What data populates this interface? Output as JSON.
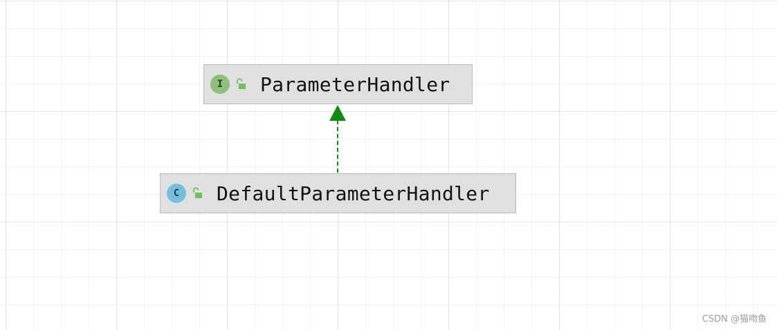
{
  "diagram": {
    "nodes": [
      {
        "id": "parameter-handler",
        "kind": "interface",
        "badge_letter": "I",
        "badge_color": "#8ec07c",
        "visibility_icon": "open-lock-icon",
        "visibility_color": "#6fbf5e",
        "name": "ParameterHandler"
      },
      {
        "id": "default-parameter-handler",
        "kind": "class",
        "badge_letter": "C",
        "badge_color": "#74bfe0",
        "visibility_icon": "open-lock-icon",
        "visibility_color": "#6fbf5e",
        "name": "DefaultParameterHandler"
      }
    ],
    "edges": [
      {
        "from": "DefaultParameterHandler",
        "to": "ParameterHandler",
        "type": "implements",
        "style": "dashed",
        "color": "#138a13"
      }
    ]
  },
  "watermark": "CSDN @猫吻鱼"
}
